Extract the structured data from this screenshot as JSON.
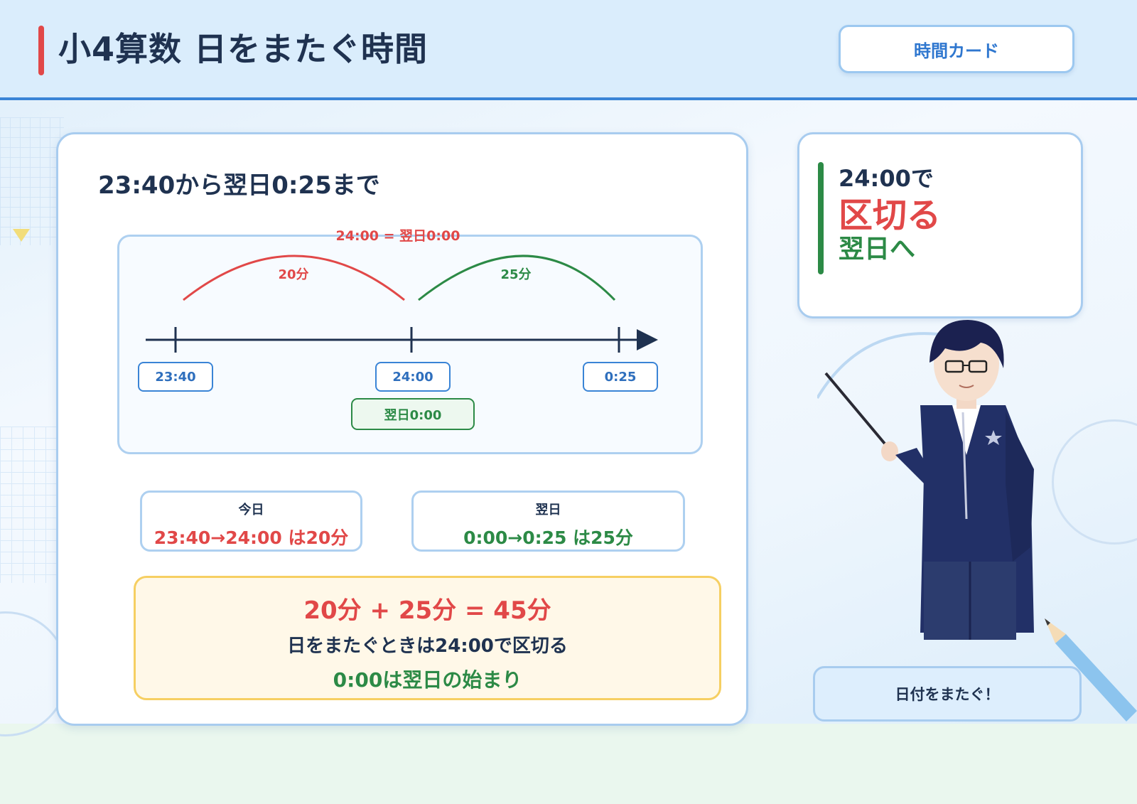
{
  "header": {
    "title": "小4算数 日をまたぐ時間",
    "card_button": "時間カード"
  },
  "main": {
    "question": "23:40から翌日0:25まで",
    "timeline": {
      "midnight_note": "24:00 = 翌日0:00",
      "span_left": "20分",
      "span_right": "25分",
      "tick_start": "23:40",
      "tick_mid": "24:00",
      "tick_end": "0:25",
      "next_day_label": "翌日0:00"
    },
    "today_box": {
      "heading": "今日",
      "value": "23:40→24:00 は20分"
    },
    "nextday_box": {
      "heading": "翌日",
      "value": "0:00→0:25 は25分"
    },
    "summary": {
      "equation": "20分 + 25分 = 45分",
      "line1": "日をまたぐときは24:00で区切る",
      "line2": "0:00は翌日の始まり"
    }
  },
  "side": {
    "line1": "24:00で",
    "line2": "区切る",
    "line3": "翌日へ"
  },
  "speech_button": "日付をまたぐ！",
  "colors": {
    "accent_red": "#e14848",
    "accent_green": "#2c8a46",
    "accent_blue": "#3a84d6",
    "navy": "#1f3250"
  }
}
